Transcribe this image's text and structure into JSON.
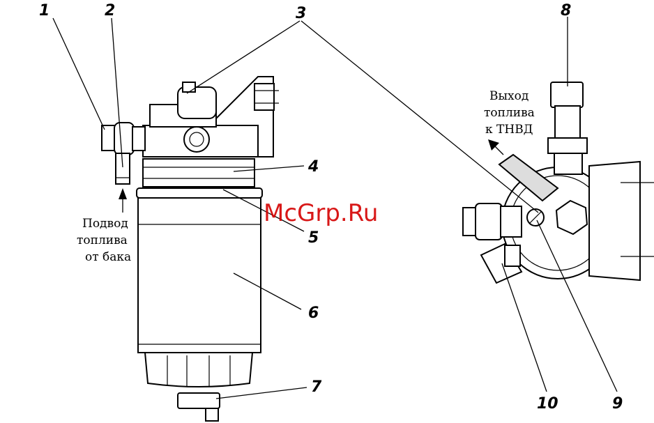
{
  "callouts": {
    "c1": "1",
    "c2": "2",
    "c3": "3",
    "c4": "4",
    "c5": "5",
    "c6": "6",
    "c7": "7",
    "c8": "8",
    "c9": "9",
    "c10": "10"
  },
  "captions": {
    "inlet_line1": "Подвод",
    "inlet_line2": "топлива",
    "inlet_line3": "от бака",
    "outlet_line1": "Выход",
    "outlet_line2": "топлива",
    "outlet_line3": "к ТНВД"
  },
  "watermark": "McGrp.Ru"
}
